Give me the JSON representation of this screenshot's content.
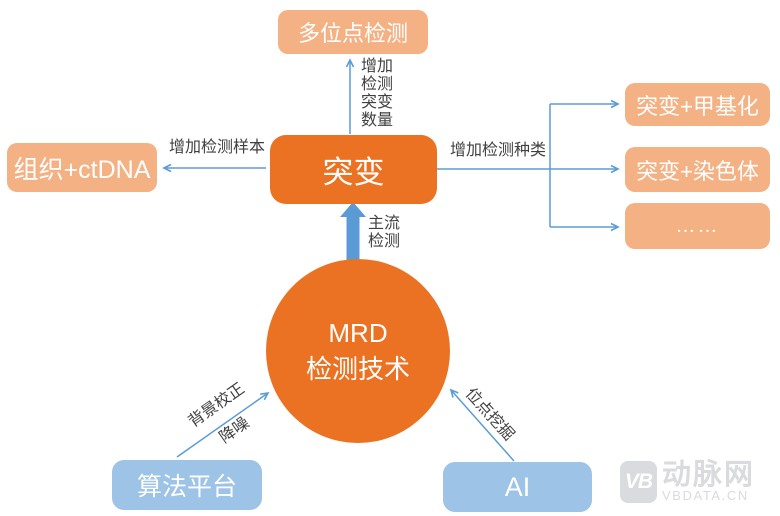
{
  "diagram": {
    "title_semantic": "MRD detection technology relationship diagram",
    "colors": {
      "node_primary_orange": "#EC7223",
      "node_light_orange": "#F4B183",
      "node_light_blue": "#9DC3E6",
      "connector_blue": "#5B9BD5",
      "label_gray": "#404040",
      "watermark_gray": "#D9DBDE"
    },
    "nodes": {
      "top_box": {
        "label": "多位点检测"
      },
      "left_box": {
        "label": "组织+ctDNA"
      },
      "center_box": {
        "label": "突变"
      },
      "right_boxes": [
        {
          "label": "突变+甲基化"
        },
        {
          "label": "突变+染色体"
        },
        {
          "label": "……"
        }
      ],
      "circle": {
        "line1": "MRD",
        "line2": "检测技术"
      },
      "bottom_left_box": {
        "label": "算法平台"
      },
      "bottom_right_box": {
        "label": "AI"
      }
    },
    "edge_labels": {
      "top_arrow": "增加检测突变数量",
      "left_arrow": "增加检测样本",
      "right_arrow": "增加检测种类",
      "main_arrow": "主流检测",
      "bottom_left_arrow_upper": "背景校正",
      "bottom_left_arrow_lower": "降噪",
      "bottom_right_arrow": "位点挖掘"
    }
  },
  "watermark": {
    "logo_text": "VB",
    "brand": "动脉网",
    "domain": "VBDATA.CN"
  }
}
